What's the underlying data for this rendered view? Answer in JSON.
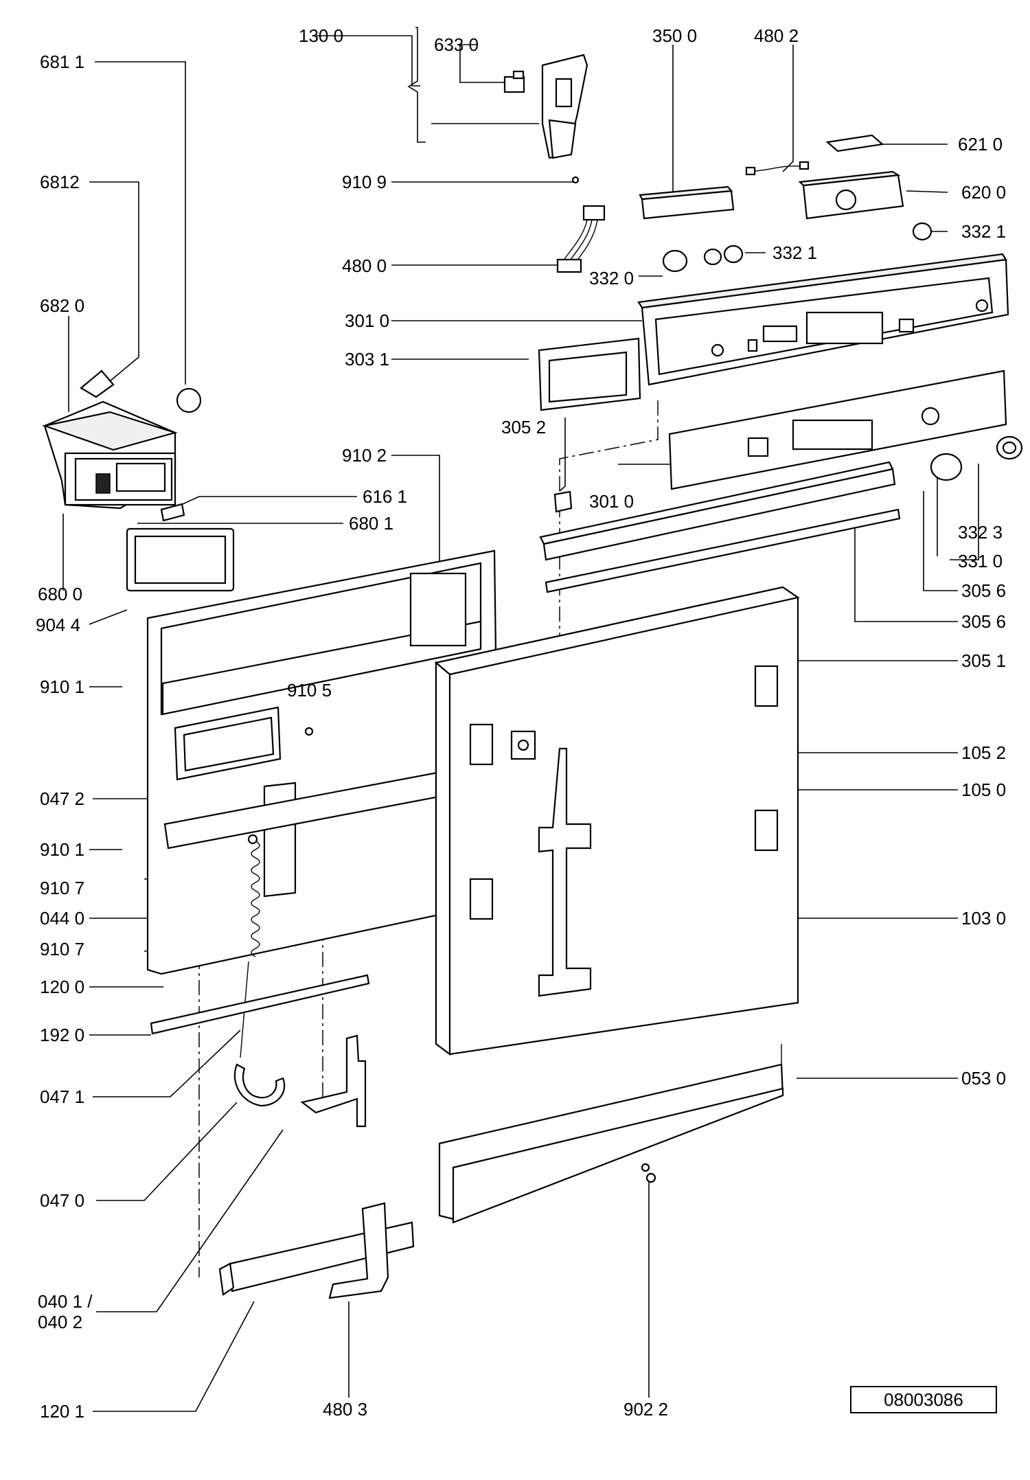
{
  "labels": {
    "l6811": "681 1",
    "l6812": "6812",
    "l6820": "682 0",
    "l6800": "680 0",
    "l6161": "616 1",
    "l6801": "680 1",
    "l1300": "130 0",
    "l6330": "633 0",
    "l3500": "350 0",
    "l4802": "480 2",
    "l6210": "621 0",
    "l9109": "910 9",
    "l6200": "620 0",
    "l3321a": "332 1",
    "l4800": "480 0",
    "l3320": "332 0",
    "l3321b": "332 1",
    "l3010a": "301 0",
    "l3031": "303 1",
    "l3052": "305 2",
    "l9102": "910 2",
    "l3010b": "301 0",
    "l3323": "332 3",
    "l3310": "331 0",
    "l3056a": "305 6",
    "l3056b": "305 6",
    "l9044": "904 4",
    "l3051": "305 1",
    "l9101a": "910 1",
    "l9105": "910 5",
    "l1052": "105 2",
    "l1050": "105 0",
    "l0472": "047 2",
    "l9101b": "910 1",
    "l9107a": "910 7",
    "l0440": "044 0",
    "l1030": "103 0",
    "l9107b": "910 7",
    "l1200": "120 0",
    "l1920": "192 0",
    "l0530": "053 0",
    "l0471": "047 1",
    "l0470": "047 0",
    "l0401": "040 1 /",
    "l0402": "040 2",
    "l1201": "120 1",
    "l4803": "480 3",
    "l9022": "902 2"
  },
  "reference_number": "08003086"
}
